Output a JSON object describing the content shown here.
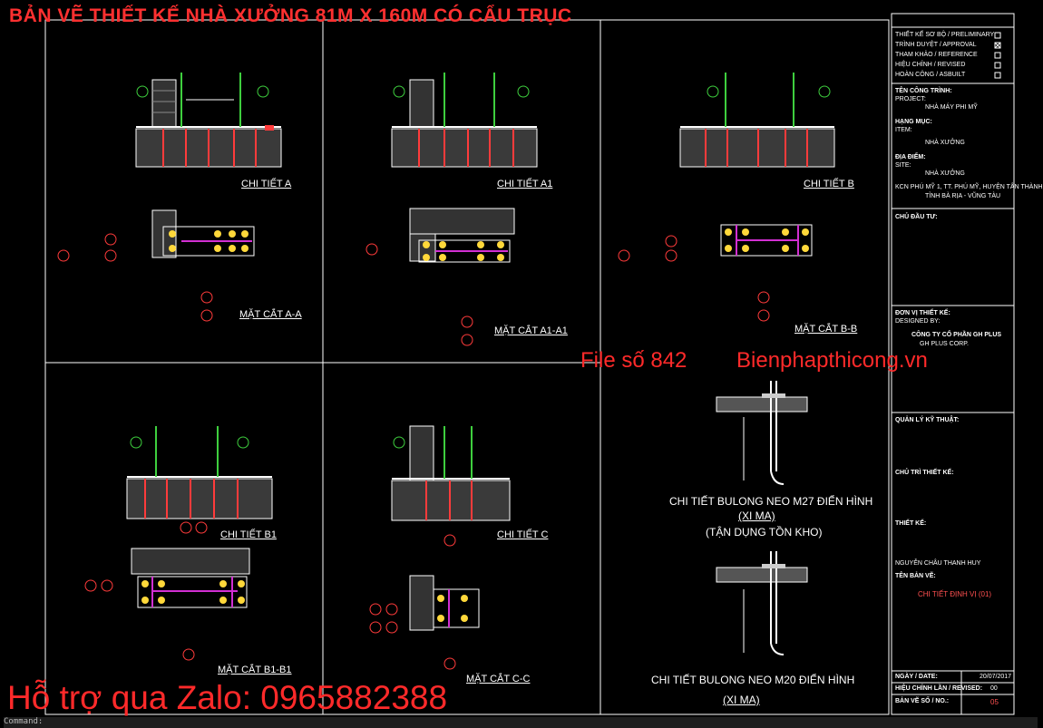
{
  "header": {
    "title": "BẢN VẼ THIẾT KẾ NHÀ XƯỞNG 81M X 160M CÓ CẨU TRỤC"
  },
  "watermark": {
    "file_label": "File số 842",
    "site": "Bienphapthicong.vn",
    "support": "Hỗ trợ qua Zalo: 0965882388"
  },
  "details": {
    "chi_tiet_a": "CHI TIẾT A",
    "chi_tiet_a1": "CHI TIẾT A1",
    "chi_tiet_b": "CHI TIẾT B",
    "chi_tiet_b1": "CHI TIẾT B1",
    "chi_tiet_c": "CHI TIẾT C",
    "mat_cat_aa": "MẶT CẮT A-A",
    "mat_cat_a1a1": "MẶT CẮT A1-A1",
    "mat_cat_bb": "MẶT CẮT B-B",
    "mat_cat_b1b1": "MẶT CẮT B1-B1",
    "mat_cat_cc": "MẶT CẮT C-C"
  },
  "bolt_details": {
    "m27_title": "CHI TIẾT BULONG NEO M27 ĐIỂN HÌNH",
    "m27_sub": "(XI MA)",
    "m27_note": "(TẬN DỤNG TỒN KHO)",
    "m20_title": "CHI TIẾT BULONG NEO M20 ĐIỂN HÌNH",
    "m20_sub": "(XI MA)"
  },
  "title_block": {
    "rows": [
      "THIẾT KẾ SƠ BỘ / PRELIMINARY",
      "TRÌNH DUYỆT / APPROVAL",
      "THAM KHẢO / REFERENCE",
      "HIỆU CHỈNH / REVISED",
      "HOÀN CÔNG / ASBUILT"
    ],
    "project_label": "TÊN CÔNG TRÌNH:",
    "project_en": "PROJECT:",
    "project_value": "NHÀ MÁY PHI MỸ",
    "item_label": "HẠNG MỤC:",
    "item_en": "ITEM:",
    "item_value": "NHÀ XƯỞNG",
    "site_label": "ĐỊA ĐIỂM:",
    "site_en": "SITE:",
    "site_value": "NHÀ XƯỞNG",
    "address": "KCN PHÚ MỸ 1, TT. PHÚ MỸ, HUYỆN TÂN THÀNH",
    "address2": "TỈNH BÀ RỊA - VŨNG TÀU",
    "owner": "CHỦ ĐẦU TƯ:",
    "designer": "ĐƠN VỊ THIẾT KẾ:",
    "designer_en": "DESIGNED BY:",
    "company": "CÔNG TY CỔ PHẦN GH PLUS",
    "company2": "GH PLUS CORP.",
    "manager": "QUẢN LÝ KỸ THUẬT:",
    "chief": "CHỦ TRÌ THIẾT KẾ:",
    "drawn": "THIẾT KẾ:",
    "drawn_name": "NGUYỄN CHÂU THANH HUY",
    "drawing_title_label": "TÊN BẢN VẼ:",
    "drawing_title": "CHI TIẾT ĐỊNH VỊ (01)",
    "date_label": "NGÀY / DATE:",
    "date_value": "20/07/2017",
    "rev_label": "HIỆU CHỈNH LẦN / REVISED:",
    "rev_value": "00",
    "sheet_label": "BẢN VẼ SỐ / NO.:",
    "sheet_value": "05"
  },
  "command_line": "Command:"
}
